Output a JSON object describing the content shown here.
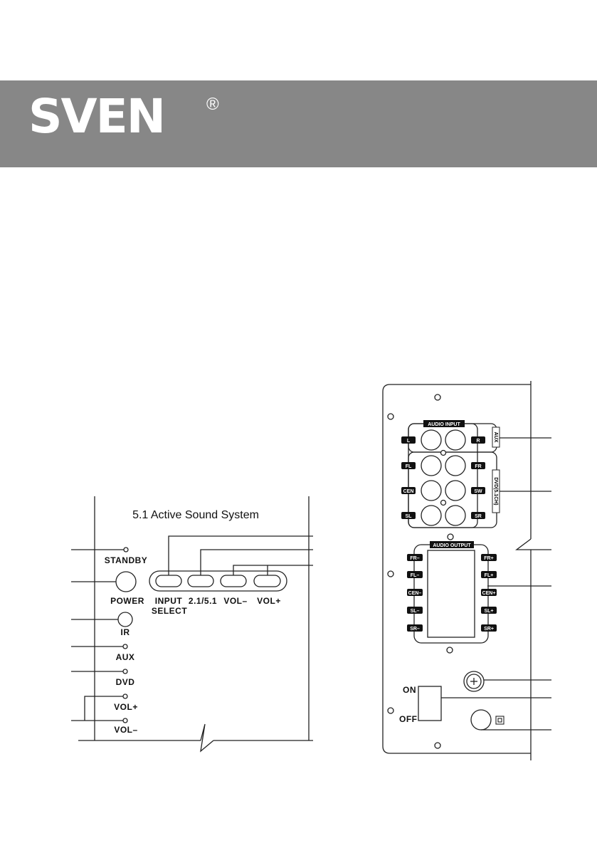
{
  "header": {
    "logo": "SVEN",
    "registered_mark": "®"
  },
  "front_panel": {
    "title": "5.1 Active Sound System",
    "indicators": {
      "standby": "STANDBY",
      "power": "POWER",
      "ir": "IR",
      "aux": "AUX",
      "dvd": "DVD",
      "vol_plus": "VOL+",
      "vol_minus": "VOL–"
    },
    "buttons": {
      "input": "INPUT",
      "select": "SELECT",
      "mode": "2.1/5.1",
      "vol_minus": "VOL–",
      "vol_plus": "VOL+"
    }
  },
  "rear_panel": {
    "audio_input": "AUDIO INPUT",
    "audio_output": "AUDIO OUTPUT",
    "aux": "AUX",
    "dvd": "DVD(5.1CH)",
    "input_left": [
      "L",
      "FL",
      "CEN",
      "SL"
    ],
    "input_right": [
      "R",
      "FR",
      "SW",
      "SR"
    ],
    "output_left": [
      "FR–",
      "FL–",
      "CEN–",
      "SL–",
      "SR–"
    ],
    "output_right": [
      "FR+",
      "FL+",
      "CEN+",
      "SL+",
      "SR+"
    ],
    "switch_on": "ON",
    "switch_off": "OFF"
  }
}
